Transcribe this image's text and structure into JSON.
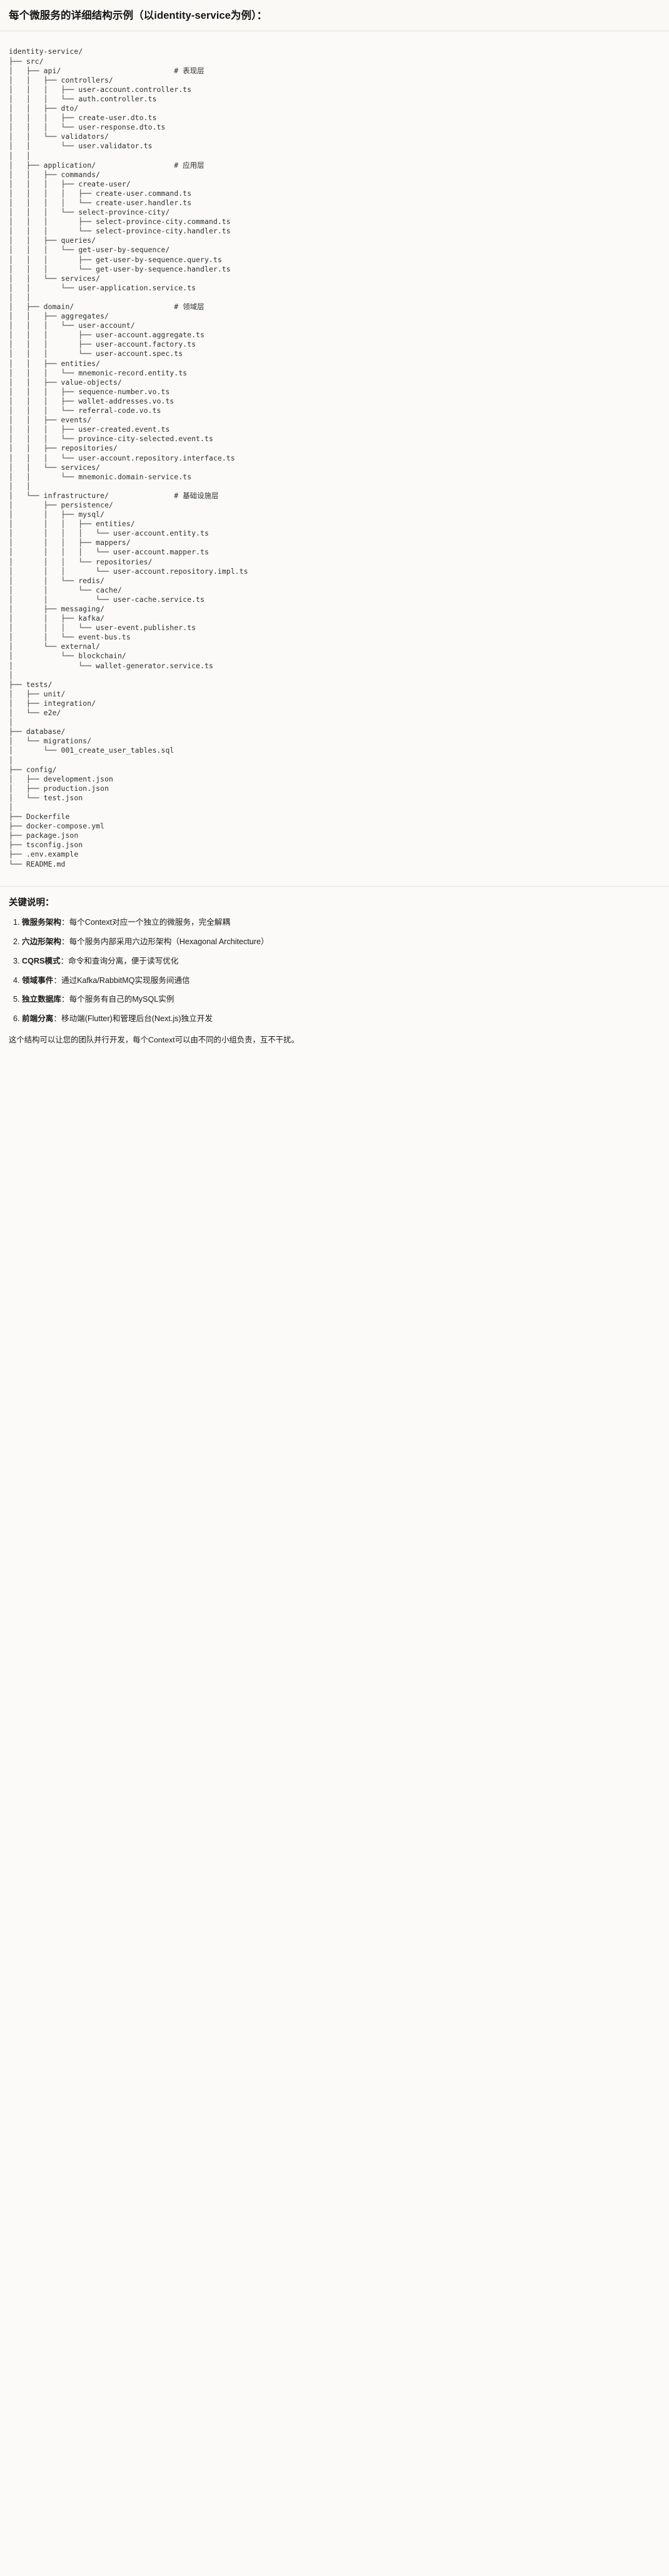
{
  "header": {
    "title": "每个微服务的详细结构示例（以identity-service为例）："
  },
  "tree": {
    "root": "identity-service/",
    "lines": [
      "identity-service/",
      "├── src/",
      "│   ├── api/                          # 表现层",
      "│   │   ├── controllers/",
      "│   │   │   ├── user-account.controller.ts",
      "│   │   │   └── auth.controller.ts",
      "│   │   ├── dto/",
      "│   │   │   ├── create-user.dto.ts",
      "│   │   │   └── user-response.dto.ts",
      "│   │   └── validators/",
      "│   │       └── user.validator.ts",
      "│   │",
      "│   ├── application/                  # 应用层",
      "│   │   ├── commands/",
      "│   │   │   ├── create-user/",
      "│   │   │   │   ├── create-user.command.ts",
      "│   │   │   │   └── create-user.handler.ts",
      "│   │   │   └── select-province-city/",
      "│   │   │       ├── select-province-city.command.ts",
      "│   │   │       └── select-province-city.handler.ts",
      "│   │   ├── queries/",
      "│   │   │   └── get-user-by-sequence/",
      "│   │   │       ├── get-user-by-sequence.query.ts",
      "│   │   │       └── get-user-by-sequence.handler.ts",
      "│   │   └── services/",
      "│   │       └── user-application.service.ts",
      "│   │",
      "│   ├── domain/                       # 领域层",
      "│   │   ├── aggregates/",
      "│   │   │   └── user-account/",
      "│   │   │       ├── user-account.aggregate.ts",
      "│   │   │       ├── user-account.factory.ts",
      "│   │   │       └── user-account.spec.ts",
      "│   │   ├── entities/",
      "│   │   │   └── mnemonic-record.entity.ts",
      "│   │   ├── value-objects/",
      "│   │   │   ├── sequence-number.vo.ts",
      "│   │   │   ├── wallet-addresses.vo.ts",
      "│   │   │   └── referral-code.vo.ts",
      "│   │   ├── events/",
      "│   │   │   ├── user-created.event.ts",
      "│   │   │   └── province-city-selected.event.ts",
      "│   │   ├── repositories/",
      "│   │   │   └── user-account.repository.interface.ts",
      "│   │   └── services/",
      "│   │       └── mnemonic.domain-service.ts",
      "│   │",
      "│   └── infrastructure/               # 基础设施层",
      "│       ├── persistence/",
      "│       │   ├── mysql/",
      "│       │   │   ├── entities/",
      "│       │   │   │   └── user-account.entity.ts",
      "│       │   │   ├── mappers/",
      "│       │   │   │   └── user-account.mapper.ts",
      "│       │   │   └── repositories/",
      "│       │   │       └── user-account.repository.impl.ts",
      "│       │   └── redis/",
      "│       │       └── cache/",
      "│       │           └── user-cache.service.ts",
      "│       ├── messaging/",
      "│       │   ├── kafka/",
      "│       │   │   └── user-event.publisher.ts",
      "│       │   └── event-bus.ts",
      "│       └── external/",
      "│           └── blockchain/",
      "│               └── wallet-generator.service.ts",
      "│",
      "├── tests/",
      "│   ├── unit/",
      "│   ├── integration/",
      "│   └── e2e/",
      "│",
      "├── database/",
      "│   └── migrations/",
      "│       └── 001_create_user_tables.sql",
      "│",
      "├── config/",
      "│   ├── development.json",
      "│   ├── production.json",
      "│   └── test.json",
      "│",
      "├── Dockerfile",
      "├── docker-compose.yml",
      "├── package.json",
      "├── tsconfig.json",
      "├── .env.example",
      "└── README.md"
    ],
    "comments": [
      "# 表现层",
      "# 应用层",
      "# 领域层",
      "# 基础设施层"
    ]
  },
  "keys": {
    "title": "关键说明：",
    "items": [
      {
        "term": "微服务架构",
        "sep": "：",
        "desc": "每个Context对应一个独立的微服务，完全解耦"
      },
      {
        "term": "六边形架构",
        "sep": "：",
        "desc": "每个服务内部采用六边形架构（Hexagonal Architecture）"
      },
      {
        "term": "CQRS模式",
        "sep": "：",
        "desc": "命令和查询分离，便于读写优化"
      },
      {
        "term": "领域事件",
        "sep": "：",
        "desc": "通过Kafka/RabbitMQ实现服务间通信"
      },
      {
        "term": "独立数据库",
        "sep": "：",
        "desc": "每个服务有自己的MySQL实例"
      },
      {
        "term": "前端分离",
        "sep": "：",
        "desc": "移动端(Flutter)和管理后台(Next.js)独立开发"
      }
    ],
    "closing": "这个结构可以让您的团队并行开发，每个Context可以由不同的小组负责，互不干扰。"
  }
}
